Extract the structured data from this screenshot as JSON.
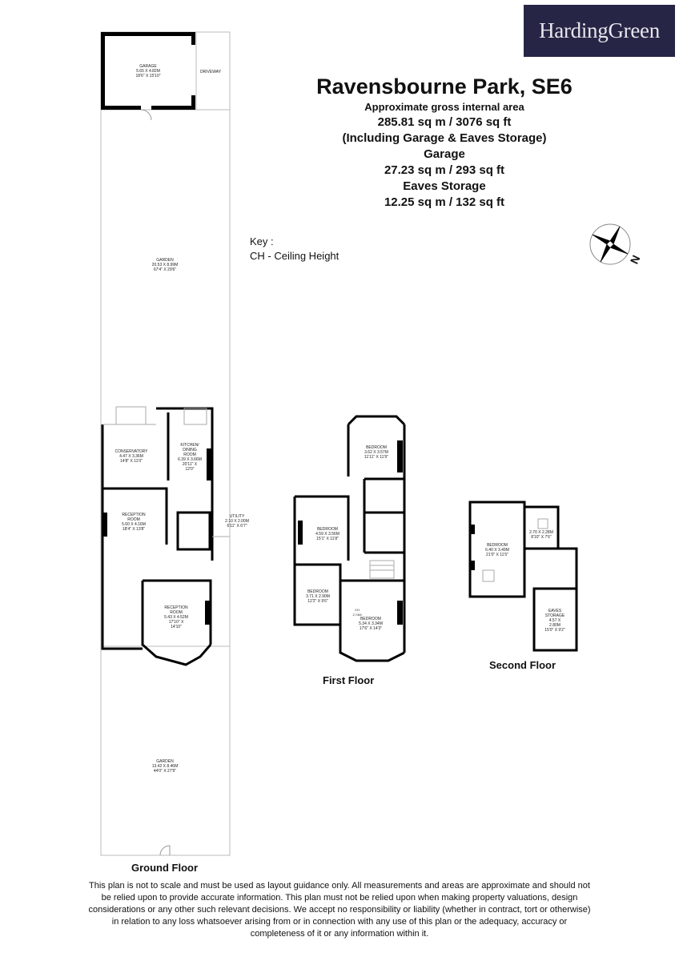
{
  "brand": {
    "name": "HardingGreen",
    "bg_color": "#262546",
    "text_color": "#e6e6ec"
  },
  "header": {
    "title": "Ravensbourne Park, SE6",
    "lines": [
      "Approximate gross internal area",
      "285.81 sq m /  3076 sq ft",
      "(Including Garage & Eaves Storage)",
      "Garage",
      "27.23 sq m / 293 sq ft",
      "Eaves Storage",
      "12.25 sq m / 132 sq ft"
    ]
  },
  "key": {
    "heading": "Key :",
    "items": [
      "CH - Ceiling Height"
    ]
  },
  "compass": {
    "label": "N"
  },
  "floors": {
    "ground": {
      "label": "Ground Floor",
      "rooms": [
        {
          "name": "GARAGE",
          "metric": "5.65 x 4.82M",
          "imperial": "18'6\" x 15'10\""
        },
        {
          "name": "DRIVEWAY",
          "metric": "",
          "imperial": ""
        },
        {
          "name": "GARDEN",
          "metric": "20.53 x 8.99M",
          "imperial": "67'4\" x 29'6\""
        },
        {
          "name": "CONSERVATORY",
          "metric": "4.47 x 3.36M",
          "imperial": "14'8\" x 11'0\""
        },
        {
          "name": "KITCHEN/ DINING ROOM",
          "metric": "6.39 x 3.66M",
          "imperial": "20'11\" x 12'0\""
        },
        {
          "name": "RECEPTION ROOM",
          "metric": "5.60 x 4.16M",
          "imperial": "18'4\" x 13'8\""
        },
        {
          "name": "UTILITY",
          "metric": "2.10 x 2.00M",
          "imperial": "6'11\" x 6'7\""
        },
        {
          "name": "RECEPTION ROOM",
          "metric": "5.43 x 4.52M",
          "imperial": "17'10\" x 14'10\""
        },
        {
          "name": "GARDEN",
          "metric": "13.42 x 8.46M",
          "imperial": "44'0\" x 27'9\""
        }
      ]
    },
    "first": {
      "label": "First Floor",
      "rooms": [
        {
          "name": "BEDROOM",
          "metric": "3.62 x 3.57M",
          "imperial": "11'11\" x 11'9\""
        },
        {
          "name": "BEDROOM",
          "metric": "4.59 x 3.56M",
          "imperial": "15'1\" x 11'8\""
        },
        {
          "name": "BEDROOM",
          "metric": "3.71 x 2.90M",
          "imperial": "12'2\" x 9'6\""
        },
        {
          "name": "BEDROOM",
          "metric": "5.34 x 3.34M",
          "imperial": "17'6\" x 14'3\""
        }
      ],
      "ceiling_note": {
        "label": "CH",
        "value": "2.74m"
      }
    },
    "second": {
      "label": "Second Floor",
      "rooms": [
        {
          "name": "BEDROOM",
          "metric": "6.40 x 3.49M",
          "imperial": "21'0\" x 11'5\""
        },
        {
          "name": "",
          "metric": "2.70 x 2.28M",
          "imperial": "8'10\" x 7'6\""
        },
        {
          "name": "EAVES STORAGE",
          "metric": "4.57 x 2.80M",
          "imperial": "15'0\" x 9'2\""
        }
      ]
    }
  },
  "disclaimer": "This plan is not to scale and must be used as layout guidance only. All measurements and areas are approximate and should not be relied upon to provide accurate information. This plan must not be relied upon when making property valuations, design considerations or any other such relevant decisions. We accept no responsibility or liability (whether in contract, tort or otherwise) in relation to any loss whatsoever arising from or in connection with any use of this plan or the adequacy, accuracy or completeness of it or any information within it."
}
